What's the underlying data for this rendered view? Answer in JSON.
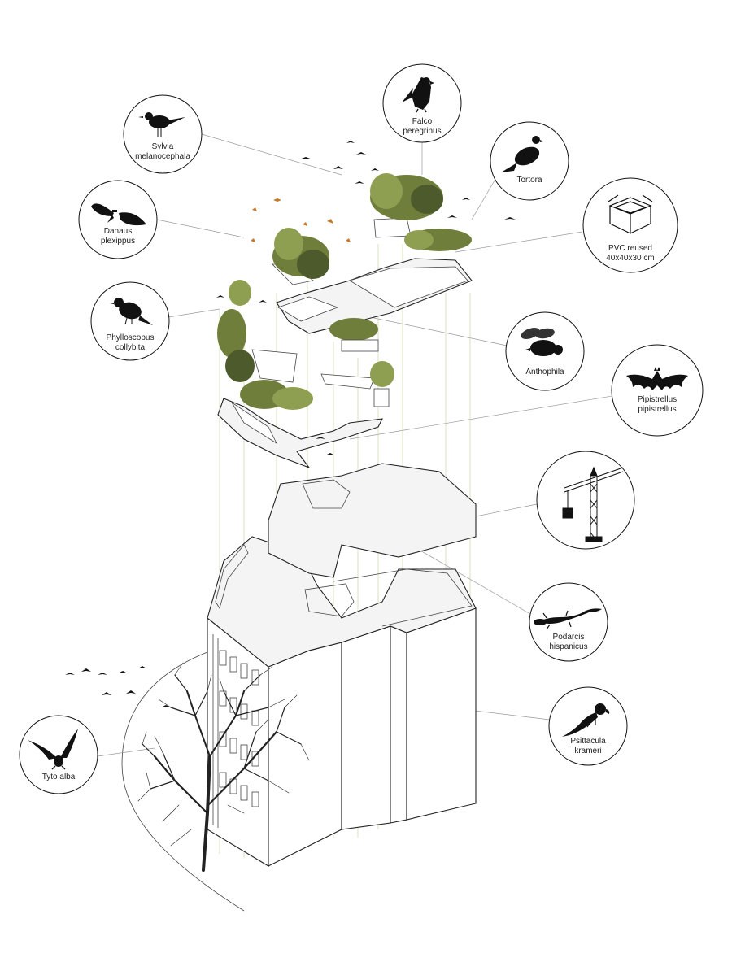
{
  "species": [
    {
      "id": "sylvia",
      "lines": [
        "Sylvia",
        "melanocephala"
      ],
      "icon": "warbler-icon"
    },
    {
      "id": "falco",
      "lines": [
        "Falco",
        "peregrinus"
      ],
      "icon": "falcon-icon"
    },
    {
      "id": "tortora",
      "lines": [
        "Tortora"
      ],
      "icon": "dove-icon"
    },
    {
      "id": "pvc",
      "lines": [
        "PVC reused",
        "40x40x30 cm"
      ],
      "icon": "planter-box-icon"
    },
    {
      "id": "danaus",
      "lines": [
        "Danaus",
        "plexippus"
      ],
      "icon": "butterfly-icon"
    },
    {
      "id": "phyllo",
      "lines": [
        "Phylloscopus",
        "collybita"
      ],
      "icon": "chiffchaff-icon"
    },
    {
      "id": "anthophila",
      "lines": [
        "Anthophila"
      ],
      "icon": "bee-icon"
    },
    {
      "id": "pipistrellus",
      "lines": [
        "Pipistrellus",
        "pipistrellus"
      ],
      "icon": "bat-icon"
    },
    {
      "id": "crane",
      "lines": [],
      "icon": "crane-icon"
    },
    {
      "id": "podarcis",
      "lines": [
        "Podarcis",
        "hispanicus"
      ],
      "icon": "lizard-icon"
    },
    {
      "id": "psittacula",
      "lines": [
        "Psittacula",
        "krameri"
      ],
      "icon": "parakeet-icon"
    },
    {
      "id": "tyto",
      "lines": [
        "Tyto alba"
      ],
      "icon": "owl-icon"
    }
  ],
  "colors": {
    "foliage": "#6f7f3b",
    "silhouette": "#111111",
    "leader": "#9a9a9a",
    "drop_line": "#c9d3a7"
  }
}
